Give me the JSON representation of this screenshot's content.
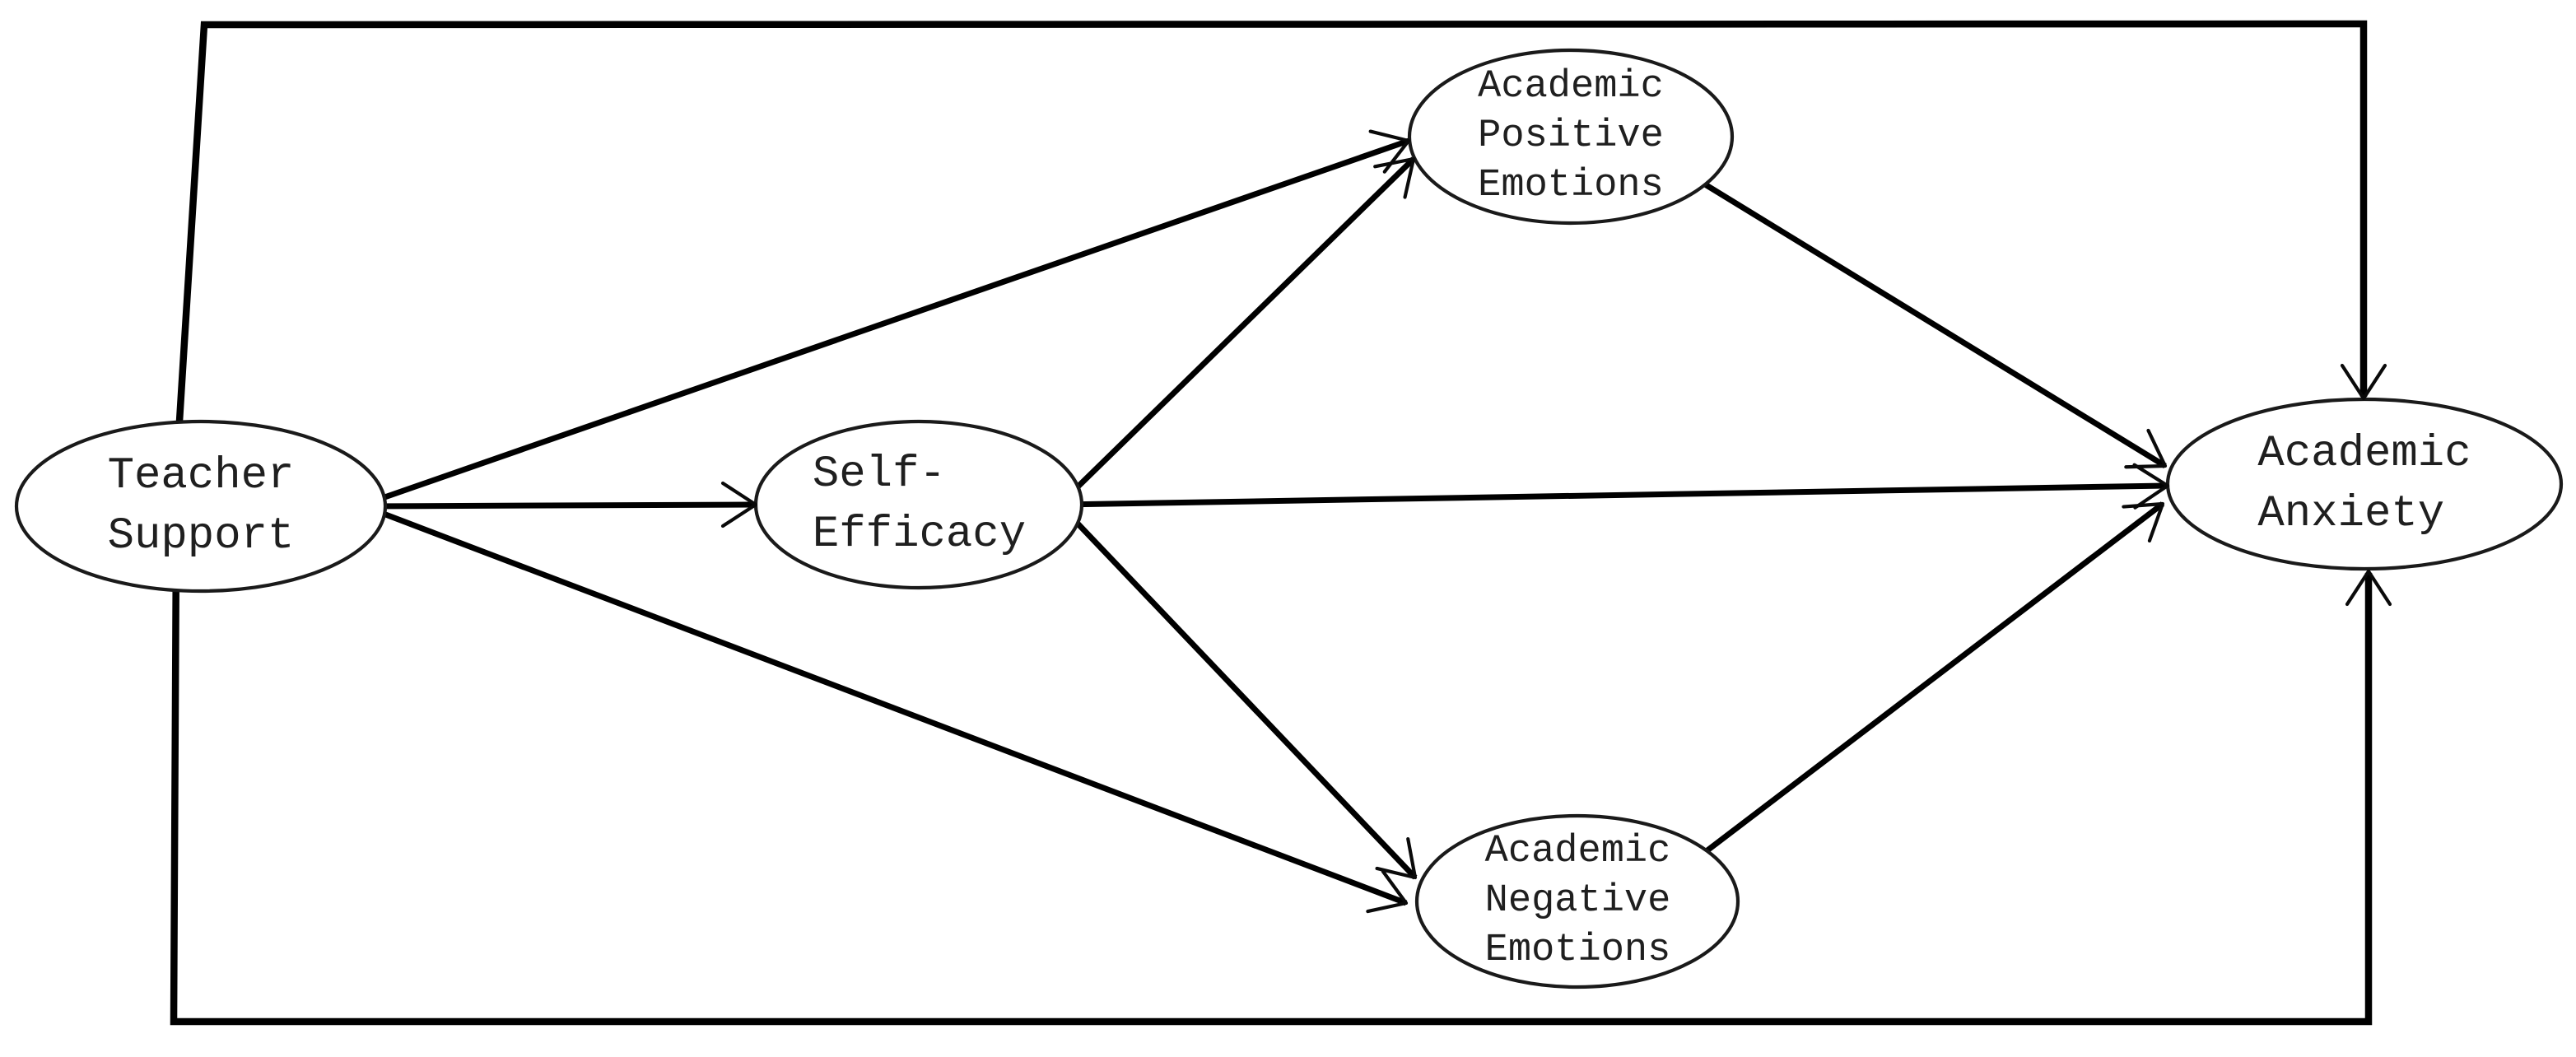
{
  "figure": {
    "type": "path-model-diagram",
    "background": "#ffffff",
    "stroke_color": "#000000",
    "text_color": "#1f1f1f"
  },
  "nodes": {
    "teacher_support": {
      "label": "Teacher\nSupport"
    },
    "self_efficacy": {
      "label": "Self-\nEfficacy"
    },
    "academic_positive_emotions": {
      "label": "Academic\nPositive\nEmotions"
    },
    "academic_negative_emotions": {
      "label": "Academic\nNegative\nEmotions"
    },
    "academic_anxiety": {
      "label": "Academic\nAnxiety"
    }
  },
  "edges": [
    {
      "from": "Teacher Support",
      "to": "Self-Efficacy",
      "style": "straight-arrow"
    },
    {
      "from": "Teacher Support",
      "to": "Academic Positive Emotions",
      "style": "straight-arrow"
    },
    {
      "from": "Teacher Support",
      "to": "Academic Negative Emotions",
      "style": "straight-arrow"
    },
    {
      "from": "Teacher Support",
      "to": "Academic Anxiety",
      "style": "elbow-arrow",
      "route": "around-top-border"
    },
    {
      "from": "Teacher Support",
      "to": "Academic Anxiety",
      "style": "elbow-arrow",
      "route": "around-bottom-border"
    },
    {
      "from": "Self-Efficacy",
      "to": "Academic Positive Emotions",
      "style": "straight-arrow"
    },
    {
      "from": "Self-Efficacy",
      "to": "Academic Negative Emotions",
      "style": "straight-arrow"
    },
    {
      "from": "Self-Efficacy",
      "to": "Academic Anxiety",
      "style": "straight-arrow"
    },
    {
      "from": "Academic Positive Emotions",
      "to": "Academic Anxiety",
      "style": "straight-arrow"
    },
    {
      "from": "Academic Negative Emotions",
      "to": "Academic Anxiety",
      "style": "straight-arrow"
    }
  ]
}
